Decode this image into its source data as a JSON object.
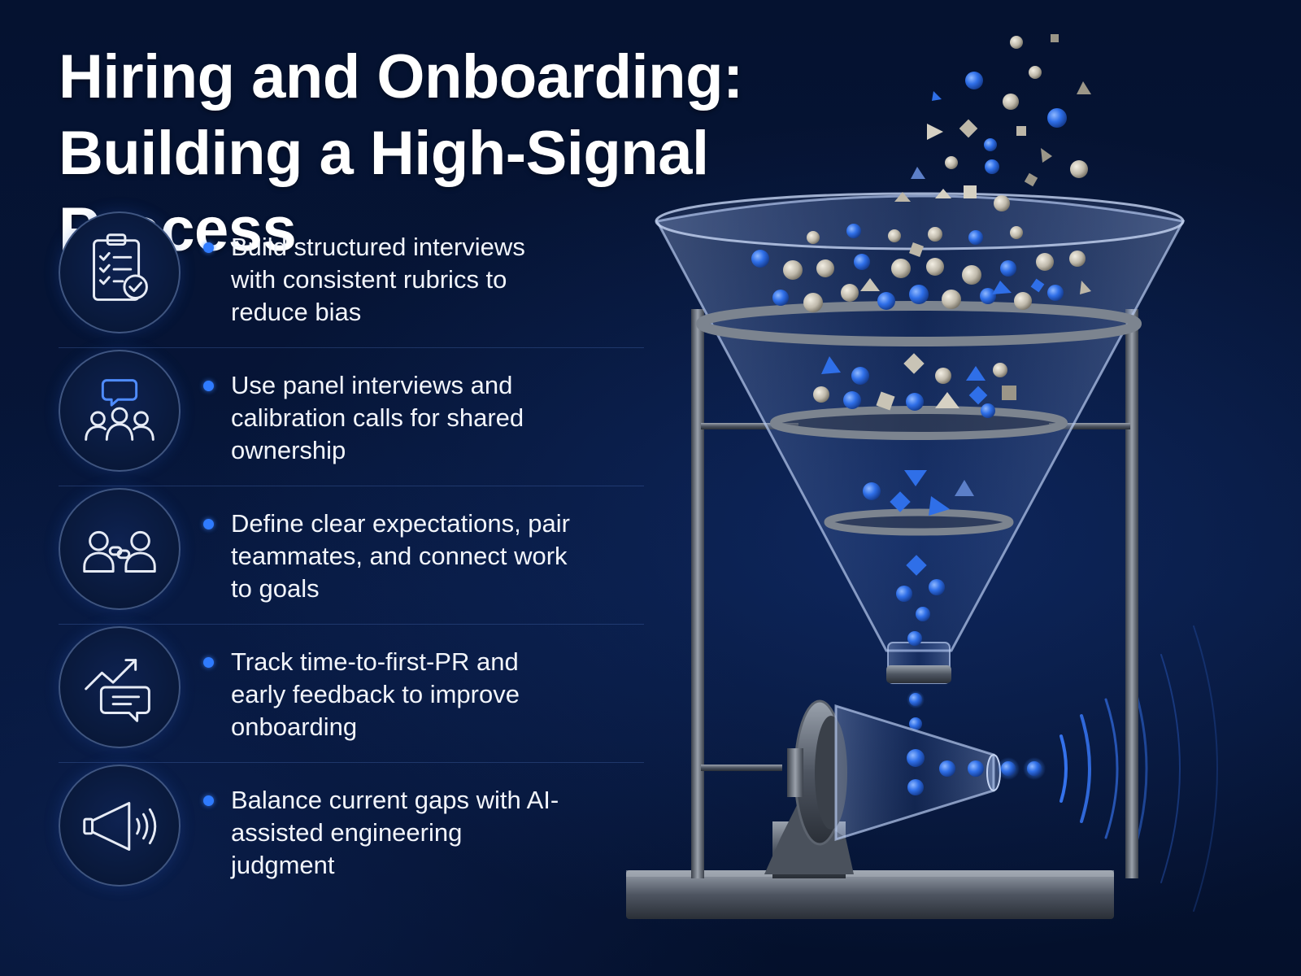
{
  "title": {
    "line1": "Hiring and Onboarding:",
    "line2": "Building a High-Signal Process"
  },
  "items": [
    {
      "icon": "clipboard-checklist-icon",
      "text": "Build structured interviews with consistent rubrics to reduce bias"
    },
    {
      "icon": "team-chat-icon",
      "text": "Use panel interviews and calibration calls for shared ownership"
    },
    {
      "icon": "linked-people-icon",
      "text": "Define clear expectations, pair teammates, and connect work to goals"
    },
    {
      "icon": "trend-feedback-icon",
      "text": "Track time-to-first-PR and early feedback to improve onboarding"
    },
    {
      "icon": "megaphone-icon",
      "text": "Balance current gaps with AI-assisted engineering judgment"
    }
  ],
  "colors": {
    "background": "#05112e",
    "accent": "#2f7bff",
    "text": "#f2f5fb",
    "particle_light": "#cfcabd",
    "particle_blue": "#2f6fe8"
  }
}
